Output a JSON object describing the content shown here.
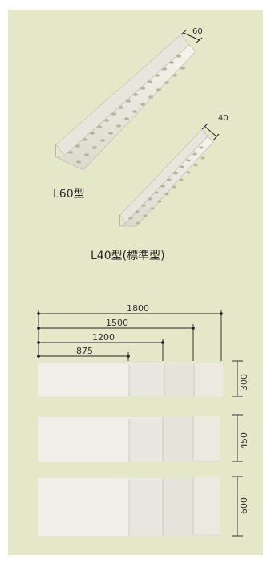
{
  "top": {
    "l60": {
      "label": "L60型",
      "width_value": "60"
    },
    "l40": {
      "label": "L40型(標準型)",
      "width_value": "40"
    }
  },
  "bottom": {
    "lengths": [
      "1800",
      "1500",
      "1200",
      "875"
    ],
    "depths": [
      "300",
      "450",
      "600"
    ]
  },
  "colors": {
    "panel_bg": "#e4e8c9",
    "shelf_face": "#ecebe3",
    "dim_line": "#222222"
  }
}
